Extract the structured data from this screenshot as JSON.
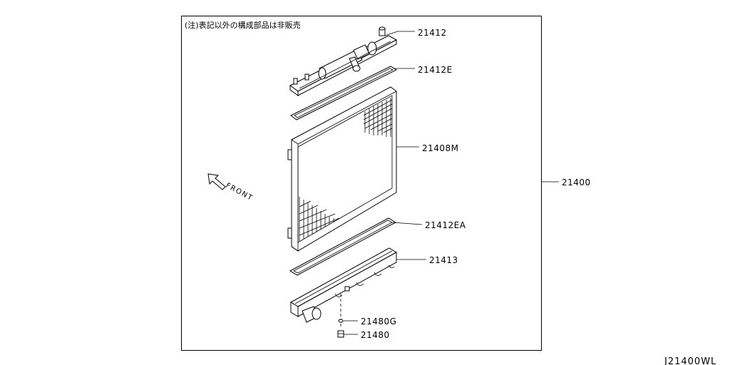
{
  "note": "(注)表記以外の構成部品は非販売",
  "direction_label": "FRONT",
  "assembly_label": "21400",
  "drawing_code": "J21400WL",
  "parts": [
    {
      "id": "upper-tank",
      "label": "21412"
    },
    {
      "id": "upper-packing",
      "label": "21412E"
    },
    {
      "id": "core",
      "label": "21408M"
    },
    {
      "id": "lower-packing",
      "label": "21412EA"
    },
    {
      "id": "lower-tank",
      "label": "21413"
    },
    {
      "id": "drain-washer",
      "label": "21480G"
    },
    {
      "id": "drain-cock",
      "label": "21480"
    }
  ]
}
